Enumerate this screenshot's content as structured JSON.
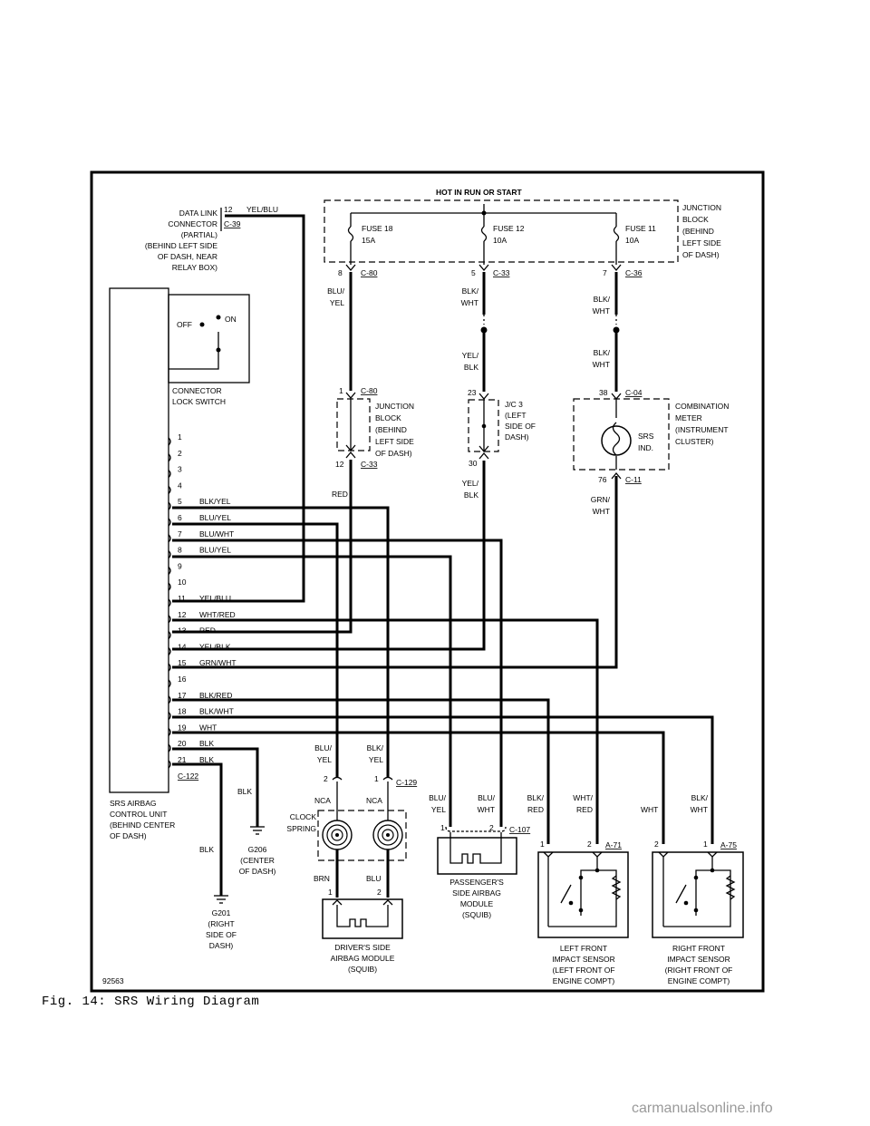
{
  "figure": {
    "caption": "Fig. 14:  SRS Wiring Diagram",
    "figure_number": "92563",
    "watermark": "carmanualsonline.info"
  },
  "hot_label": "HOT IN RUN OR START",
  "junction_block_top": {
    "lines": [
      "JUNCTION",
      "BLOCK",
      "(BEHIND",
      "LEFT SIDE",
      "OF DASH)"
    ]
  },
  "fuses": [
    {
      "name": "FUSE 18",
      "rating": "15A",
      "pin": "8",
      "connector": "C-80"
    },
    {
      "name": "FUSE 12",
      "rating": "10A",
      "pin": "5",
      "connector": "C-33"
    },
    {
      "name": "FUSE 11",
      "rating": "10A",
      "pin": "7",
      "connector": "C-36"
    }
  ],
  "data_link": {
    "lines": [
      "DATA LINK",
      "CONNECTOR",
      "(PARTIAL)",
      "(BEHIND LEFT SIDE",
      "OF DASH, NEAR",
      "RELAY BOX)"
    ],
    "pin": "12",
    "wire": "YEL/BLU",
    "connector": "C-39"
  },
  "lock_switch": {
    "off": "OFF",
    "on": "ON",
    "lines": [
      "CONNECTOR",
      "LOCK SWITCH"
    ]
  },
  "jb_mid": {
    "pin_top": "1",
    "conn_top": "C-80",
    "lines": [
      "JUNCTION",
      "BLOCK",
      "(BEHIND",
      "LEFT SIDE",
      "OF DASH)"
    ],
    "pin_bottom": "12",
    "conn_bottom": "C-33"
  },
  "jc3": {
    "pin_top": "23",
    "lines": [
      "J/C 3",
      "(LEFT",
      "SIDE OF",
      "DASH)"
    ],
    "pin_bottom": "30"
  },
  "meter": {
    "pin_top": "38",
    "conn_top": "C-04",
    "lines": [
      "COMBINATION",
      "METER",
      "(INSTRUMENT",
      "CLUSTER)"
    ],
    "indicator": [
      "SRS",
      "IND."
    ],
    "pin_bottom": "76",
    "conn_bottom": "C-11"
  },
  "wire_labels": {
    "blu_yel": [
      "BLU/",
      "YEL"
    ],
    "blk_wht_a": [
      "BLK/",
      "WHT"
    ],
    "blk_wht_b": [
      "BLK/",
      "WHT"
    ],
    "yel_blk_a": [
      "YEL/",
      "BLK"
    ],
    "blk_wht_c": [
      "BLK/",
      "WHT"
    ],
    "red": "RED",
    "yel_blk_b": [
      "YEL/",
      "BLK"
    ],
    "grn_wht": [
      "GRN/",
      "WHT"
    ]
  },
  "srs_unit": {
    "pins": [
      {
        "num": "1",
        "wire": ""
      },
      {
        "num": "2",
        "wire": ""
      },
      {
        "num": "3",
        "wire": ""
      },
      {
        "num": "4",
        "wire": ""
      },
      {
        "num": "5",
        "wire": "BLK/YEL"
      },
      {
        "num": "6",
        "wire": "BLU/YEL"
      },
      {
        "num": "7",
        "wire": "BLU/WHT"
      },
      {
        "num": "8",
        "wire": "BLU/YEL"
      },
      {
        "num": "9",
        "wire": ""
      },
      {
        "num": "10",
        "wire": ""
      },
      {
        "num": "11",
        "wire": "YEL/BLU"
      },
      {
        "num": "12",
        "wire": "WHT/RED"
      },
      {
        "num": "13",
        "wire": "RED"
      },
      {
        "num": "14",
        "wire": "YEL/BLK"
      },
      {
        "num": "15",
        "wire": "GRN/WHT"
      },
      {
        "num": "16",
        "wire": ""
      },
      {
        "num": "17",
        "wire": "BLK/RED"
      },
      {
        "num": "18",
        "wire": "BLK/WHT"
      },
      {
        "num": "19",
        "wire": "WHT"
      },
      {
        "num": "20",
        "wire": "BLK"
      },
      {
        "num": "21",
        "wire": "BLK"
      }
    ],
    "connector": "C-122",
    "lines": [
      "SRS AIRBAG",
      "CONTROL UNIT",
      "(BEHIND CENTER",
      "OF DASH)"
    ]
  },
  "grounds": [
    {
      "wire": "BLK",
      "lines": [
        "G206",
        "(CENTER",
        "OF DASH)"
      ]
    },
    {
      "wire": "BLK",
      "lines": [
        "G201",
        "(RIGHT",
        "SIDE OF",
        "DASH)"
      ]
    }
  ],
  "clock_spring": {
    "wire_left": [
      "BLU/",
      "YEL"
    ],
    "wire_right": [
      "BLK/",
      "YEL"
    ],
    "pin_left": "2",
    "pin_right": "1",
    "connector": "C-129",
    "nca_left": "NCA",
    "nca_right": "NCA",
    "label": [
      "CLOCK",
      "SPRING"
    ],
    "out_left": "BRN",
    "out_right": "BLU"
  },
  "driver_module": {
    "pin_left": "1",
    "pin_right": "2",
    "lines": [
      "DRIVER'S SIDE",
      "AIRBAG MODULE",
      "(SQUIB)"
    ]
  },
  "passenger_module": {
    "wire_left": [
      "BLU/",
      "YEL"
    ],
    "wire_right": [
      "BLU/",
      "WHT"
    ],
    "pin_left": "1",
    "pin_right": "2",
    "connector": "C-107",
    "lines": [
      "PASSENGER'S",
      "SIDE AIRBAG",
      "MODULE",
      "(SQUIB)"
    ]
  },
  "left_sensor": {
    "wire_left": [
      "BLK/",
      "RED"
    ],
    "wire_right": [
      "WHT/",
      "RED"
    ],
    "pin_left": "1",
    "pin_right": "2",
    "connector": "A-71",
    "lines": [
      "LEFT FRONT",
      "IMPACT SENSOR",
      "(LEFT FRONT OF",
      "ENGINE COMPT)"
    ]
  },
  "right_sensor": {
    "wire_left": "WHT",
    "wire_right": [
      "BLK/",
      "WHT"
    ],
    "pin_left": "2",
    "pin_right": "1",
    "connector": "A-75",
    "lines": [
      "RIGHT FRONT",
      "IMPACT SENSOR",
      "(RIGHT FRONT OF",
      "ENGINE COMPT)"
    ]
  }
}
